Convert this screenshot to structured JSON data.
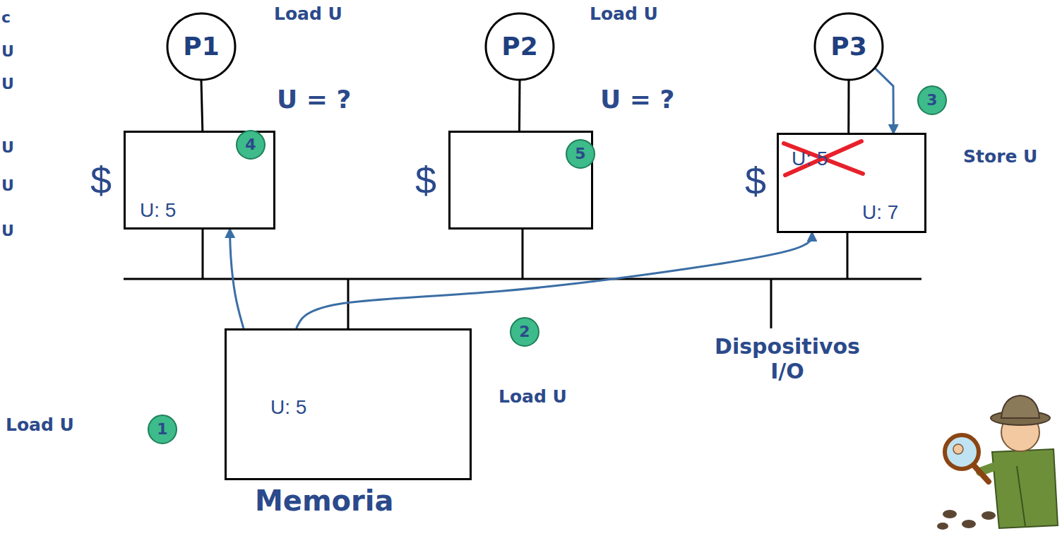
{
  "diagram": {
    "nodes": [
      {
        "text": [
          "P1"
        ]
      },
      {
        "text": [
          "P2"
        ]
      },
      {
        "text": [
          "P3"
        ]
      },
      {
        "text": [
          "$",
          "U: 5"
        ]
      },
      {
        "text": [
          "$"
        ]
      },
      {
        "text": [
          "$",
          "U: 5",
          "U: 7"
        ]
      },
      {
        "text": [
          "U: 5",
          "Memoria"
        ]
      },
      {
        "text": [
          "1"
        ]
      },
      {
        "text": [
          "2"
        ]
      },
      {
        "text": [
          "3"
        ]
      },
      {
        "text": [
          "4"
        ]
      },
      {
        "text": [
          "5"
        ]
      }
    ],
    "edges": [
      {
        "from": 0,
        "to": 3,
        "arrow": "none"
      },
      {
        "from": 1,
        "to": 4,
        "arrow": "none"
      },
      {
        "from": 2,
        "to": 5,
        "arrow": "none"
      },
      {
        "from": 6,
        "to": 3,
        "arrow": "to"
      },
      {
        "from": 6,
        "to": 5,
        "arrow": "to"
      },
      {
        "from": 2,
        "to": 5,
        "arrow": "to"
      }
    ],
    "labels": [
      "c",
      "U",
      "U",
      "U",
      "U",
      "U",
      "Load U",
      "U = ?",
      "Load U",
      "U = ?",
      "Store U",
      "Load U",
      "Load U",
      "Dispositivos I/O"
    ]
  }
}
